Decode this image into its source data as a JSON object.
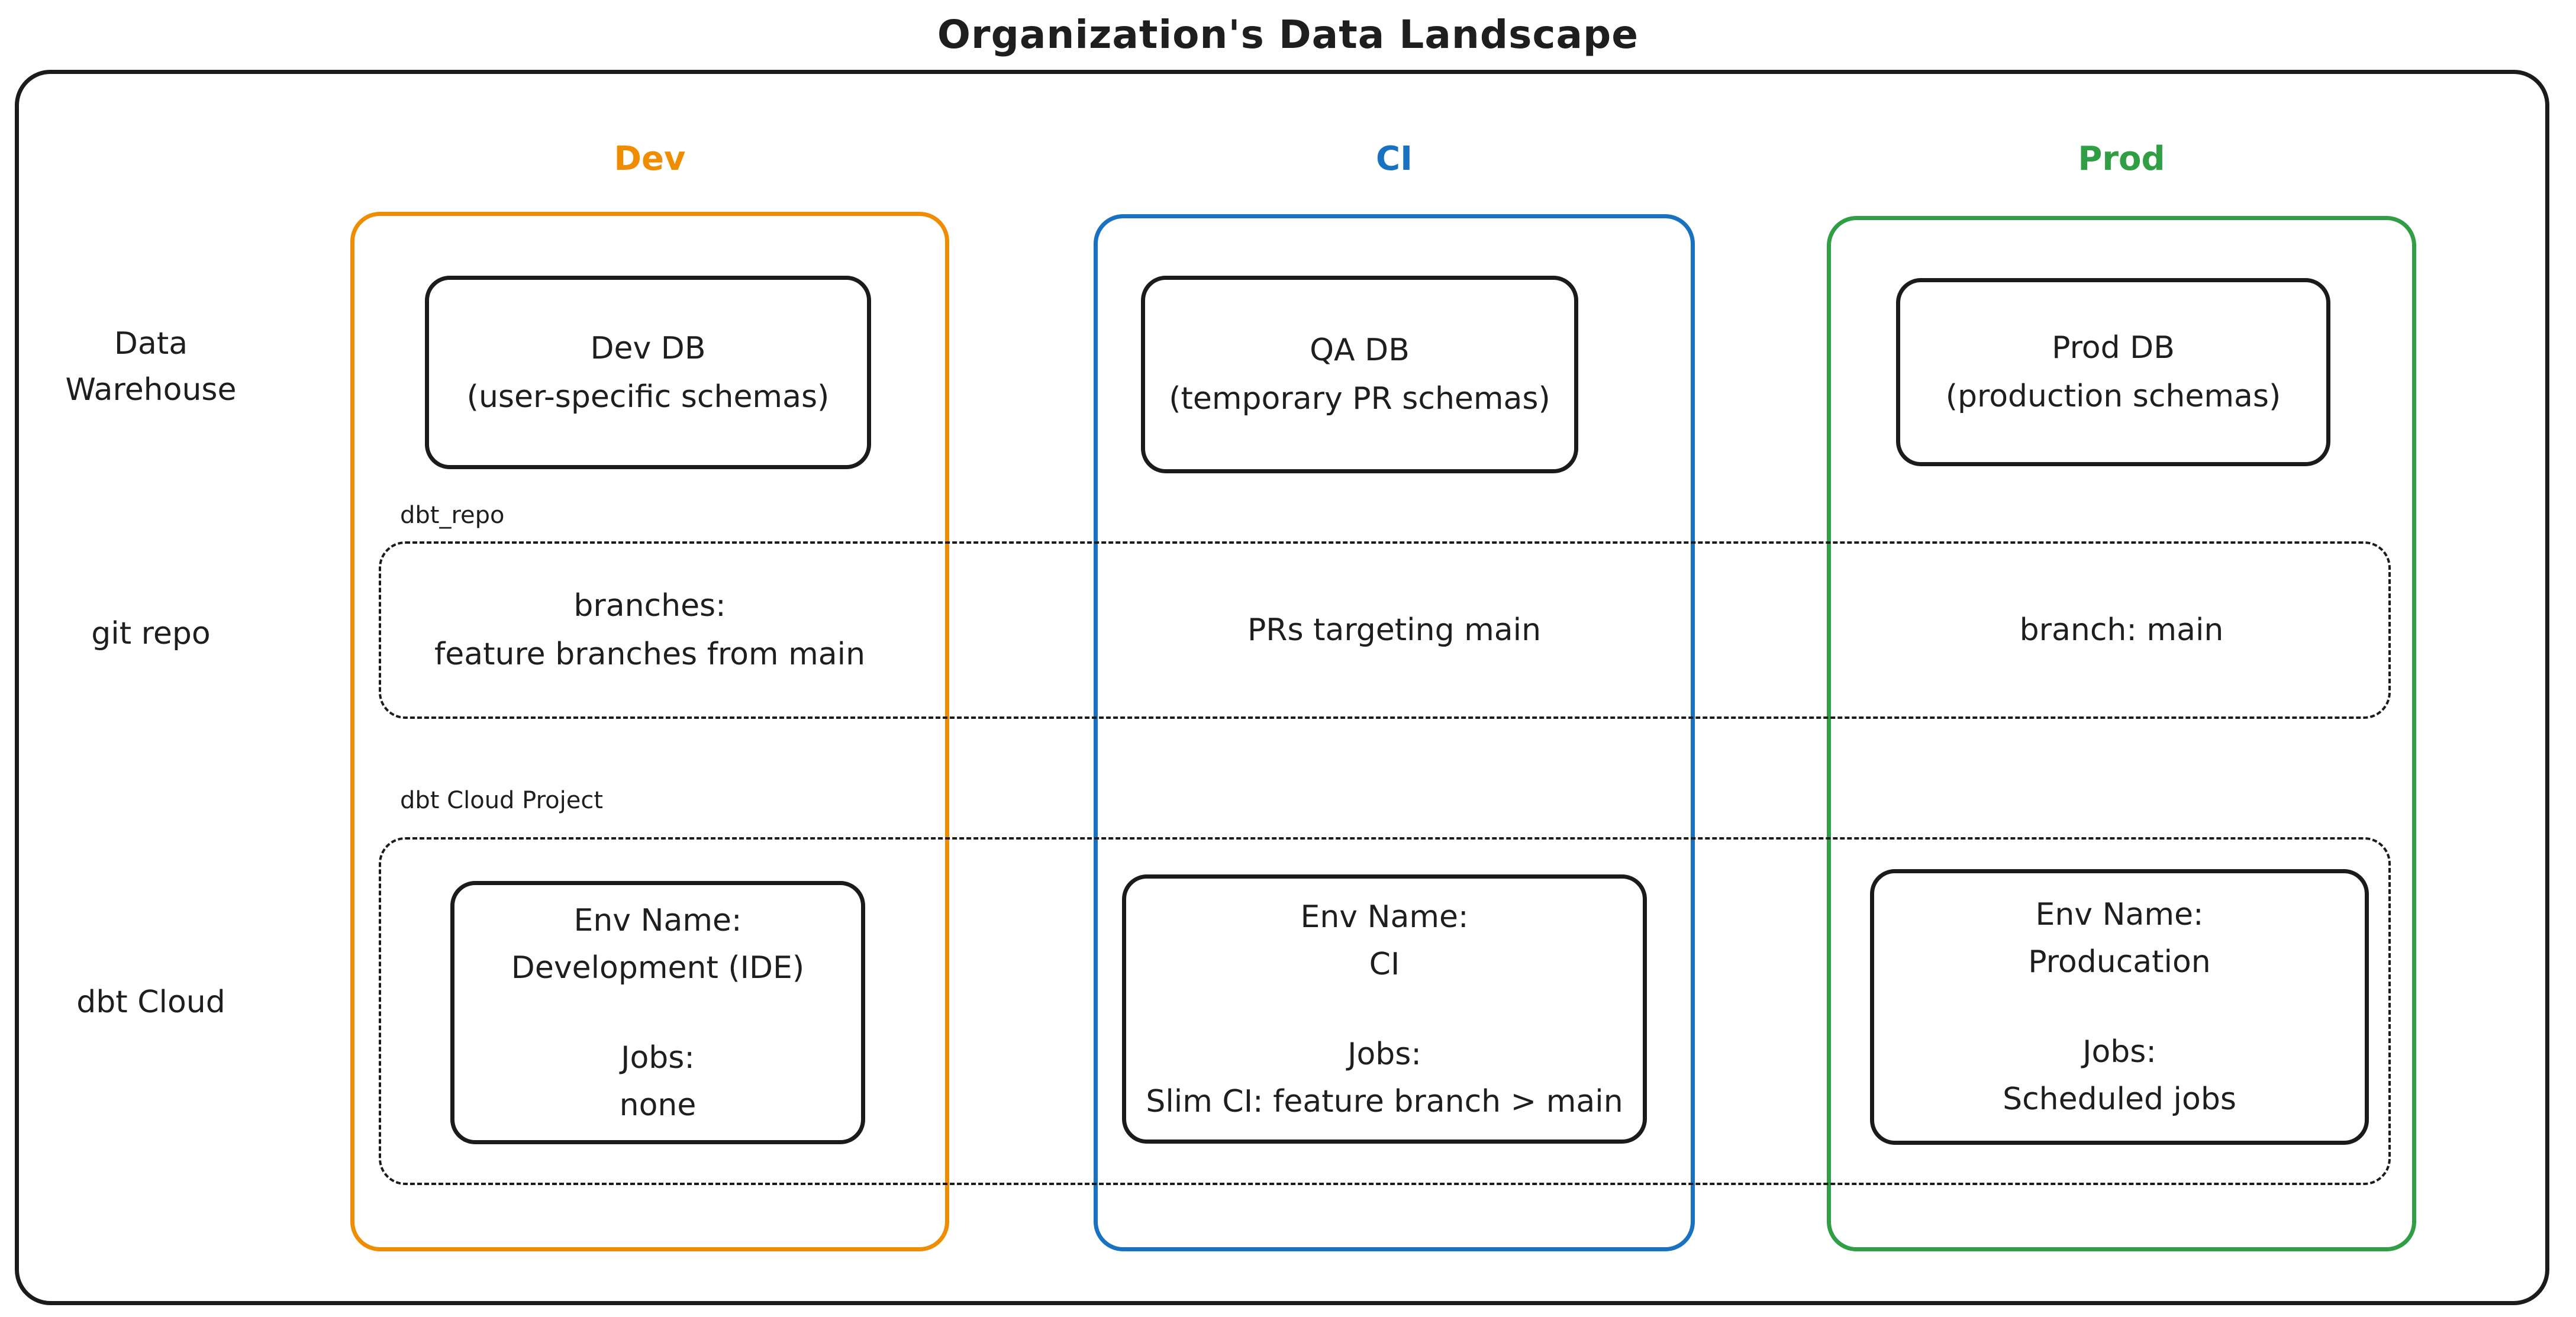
{
  "title": "Organization's Data Landscape",
  "colors": {
    "dev_orange": "#f08c00",
    "ci_blue": "#1971c2",
    "prod_green": "#2f9e44",
    "ink_black": "#1e1e1e"
  },
  "columns": [
    {
      "label": "Dev"
    },
    {
      "label": "CI"
    },
    {
      "label": "Prod"
    }
  ],
  "row_labels": {
    "warehouse_line1": "Data",
    "warehouse_line2": "Warehouse",
    "git_repo": "git repo",
    "dbt_cloud": "dbt Cloud"
  },
  "warehouse": [
    {
      "name": "Dev DB",
      "detail": "(user-specific schemas)"
    },
    {
      "name": "QA DB",
      "detail": "(temporary PR schemas)"
    },
    {
      "name": "Prod DB",
      "detail": "(production schemas)"
    }
  ],
  "git_repo": {
    "group_label": "dbt_repo",
    "dev_line1": "branches:",
    "dev_line2": "feature branches from main",
    "ci": "PRs targeting main",
    "prod": "branch: main"
  },
  "dbt_cloud": {
    "group_label": "dbt Cloud Project",
    "envs": [
      {
        "env_label": "Env Name:",
        "env_name": "Development (IDE)",
        "jobs_label": "Jobs:",
        "jobs": "none"
      },
      {
        "env_label": "Env Name:",
        "env_name": "CI",
        "jobs_label": "Jobs:",
        "jobs": "Slim CI: feature branch > main"
      },
      {
        "env_label": "Env Name:",
        "env_name": "Producation",
        "jobs_label": "Jobs:",
        "jobs": "Scheduled jobs"
      }
    ]
  }
}
